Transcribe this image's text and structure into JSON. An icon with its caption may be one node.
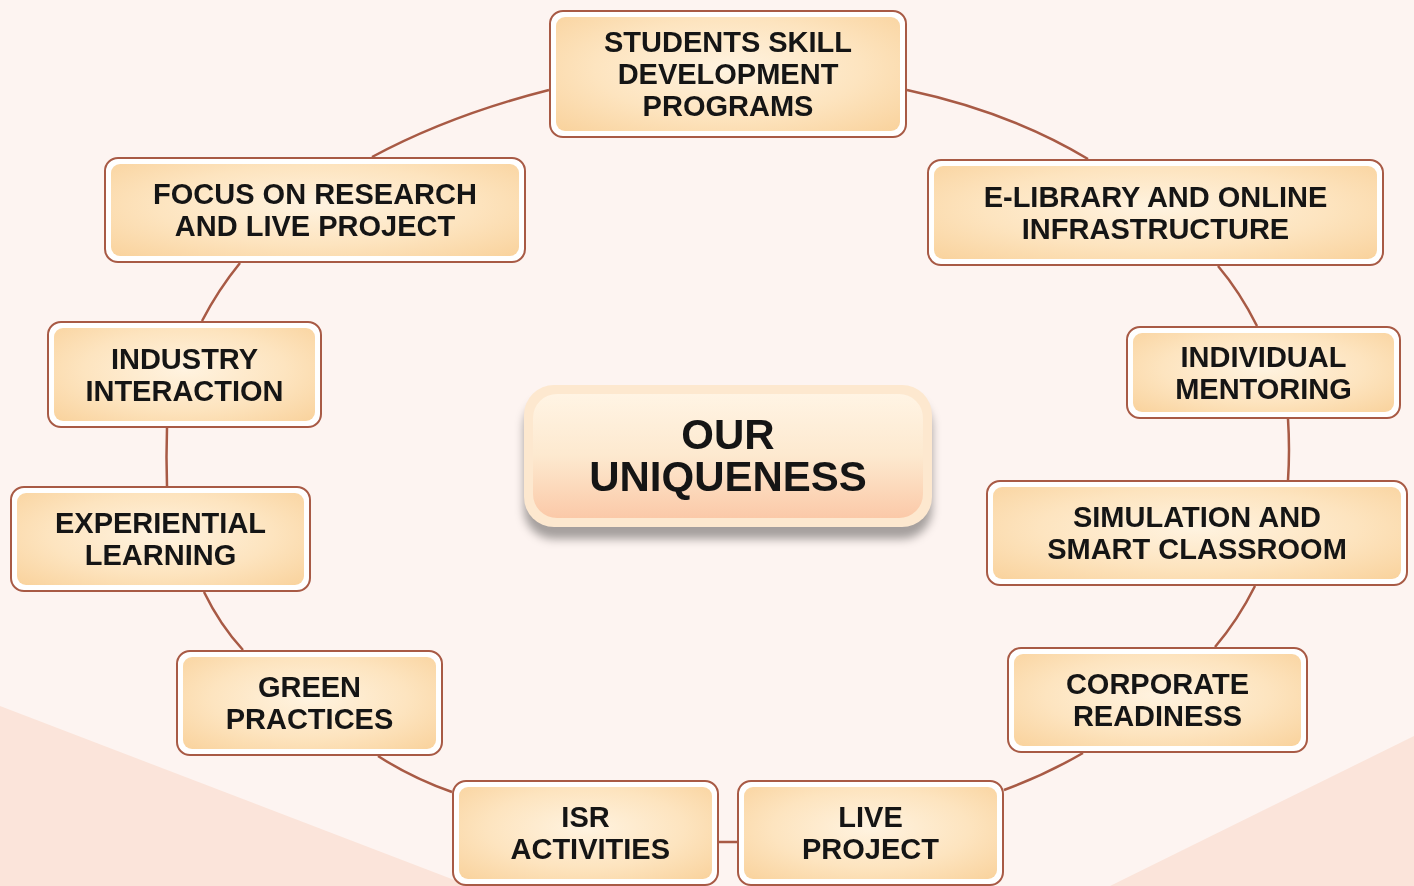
{
  "diagram": {
    "nodes": [
      {
        "text": [
          "STUDENTS  SKILL DEVELOPMENT PROGRAMS"
        ]
      },
      {
        "text": [
          "FOCUS ON RESEARCH AND LIVE PROJECT"
        ]
      },
      {
        "text": [
          "E-LIBRARY AND ONLINE INFRASTRUCTURE"
        ]
      },
      {
        "text": [
          "INDUSTRY INTERACTION"
        ]
      },
      {
        "text": [
          "INDIVIDUAL MENTORING"
        ]
      },
      {
        "text": [
          "OUR UNIQUENESS"
        ]
      },
      {
        "text": [
          "EXPERIENTIAL LEARNING"
        ]
      },
      {
        "text": [
          "SIMULATION AND SMART CLASSROOM"
        ]
      },
      {
        "text": [
          "GREEN PRACTICES"
        ]
      },
      {
        "text": [
          "CORPORATE READINESS"
        ]
      },
      {
        "text": [
          "ISR ACTIVITIES"
        ]
      },
      {
        "text": [
          "LIVE PROJECT"
        ]
      }
    ],
    "edges": [
      {
        "from": 0,
        "to": 2,
        "arrow": "none"
      },
      {
        "from": 2,
        "to": 4,
        "arrow": "none"
      },
      {
        "from": 4,
        "to": 7,
        "arrow": "none"
      },
      {
        "from": 7,
        "to": 9,
        "arrow": "none"
      },
      {
        "from": 9,
        "to": 11,
        "arrow": "none"
      },
      {
        "from": 11,
        "to": 10,
        "arrow": "none"
      },
      {
        "from": 10,
        "to": 8,
        "arrow": "none"
      },
      {
        "from": 8,
        "to": 6,
        "arrow": "none"
      },
      {
        "from": 6,
        "to": 3,
        "arrow": "none"
      },
      {
        "from": 3,
        "to": 1,
        "arrow": "none"
      },
      {
        "from": 1,
        "to": 0,
        "arrow": "none"
      }
    ]
  }
}
